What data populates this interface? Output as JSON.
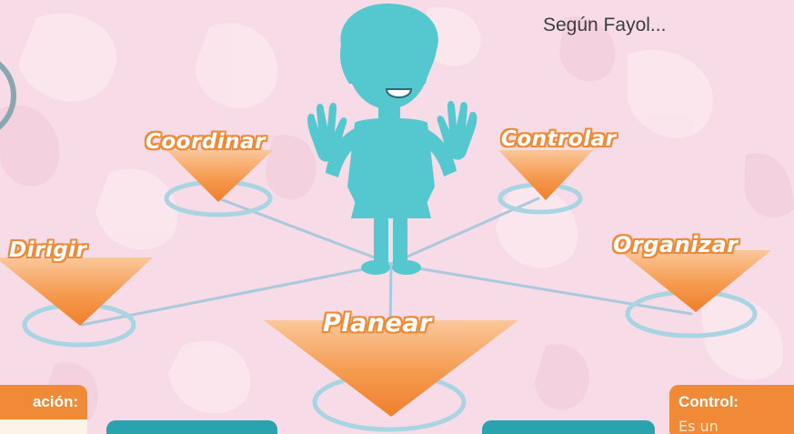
{
  "caption": "Según Fayol...",
  "roles": {
    "coordinar": "Coordinar",
    "controlar": "Controlar",
    "dirigir": "Dirigir",
    "organizar": "Organizar",
    "planear": "Planear"
  },
  "cards": {
    "left_title": "ación:",
    "right_title": "Control:",
    "right_text": "Es un"
  },
  "colors": {
    "background": "#f7dbe6",
    "figure": "#55c7cf",
    "accent": "#f08a36",
    "ring": "#a9d4e2",
    "button": "#2aa3ae"
  }
}
